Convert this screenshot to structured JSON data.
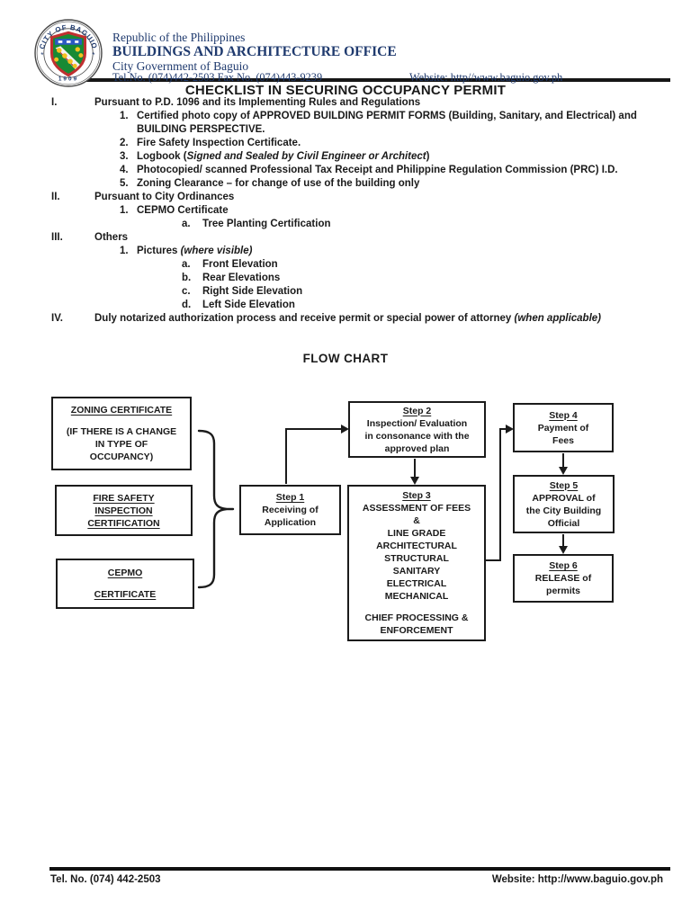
{
  "colors": {
    "hblue": "#1f3a6e",
    "ink": "#1a1a1a",
    "seal_green": "#188a34",
    "seal_red": "#c03030",
    "seal_yellow": "#f4c11e",
    "seal_blue": "#2b59c3"
  },
  "header": {
    "seal": {
      "top_text": "CITY OF BAGUIO",
      "year": "1909"
    },
    "line1": "Republic of the Philippines",
    "line2": "BUILDINGS AND ARCHITECTURE OFFICE",
    "line3": "City Government of Baguio",
    "tel": "Tel.No. (074)442-2503 Fax No. (074)443-9239",
    "website": "Website: http//www.baguio.gov.ph"
  },
  "title": "CHECKLIST IN SECURING OCCUPANCY PERMIT",
  "checklist": {
    "items": [
      {
        "level": 0,
        "marker": "I.",
        "segments": [
          {
            "t": "Pursuant to P.D. 1096 and its Implementing Rules and Regulations"
          }
        ]
      },
      {
        "level": 1,
        "marker": "1.",
        "segments": [
          {
            "t": "Certified photo copy of APPROVED BUILDING PERMIT FORMS (Building, Sanitary, and Electrical) and BUILDING PERSPECTIVE."
          }
        ]
      },
      {
        "level": 1,
        "marker": "2.",
        "segments": [
          {
            "t": "Fire Safety Inspection Certificate."
          }
        ]
      },
      {
        "level": 1,
        "marker": "3.",
        "segments": [
          {
            "t": "Logbook ("
          },
          {
            "t": "Signed and Sealed by Civil Engineer or Architect",
            "i": true
          },
          {
            "t": ")"
          }
        ]
      },
      {
        "level": 1,
        "marker": "4.",
        "segments": [
          {
            "t": "Photocopied/ scanned Professional Tax Receipt and Philippine Regulation Commission (PRC) I.D."
          }
        ]
      },
      {
        "level": 1,
        "marker": "5.",
        "segments": [
          {
            "t": "Zoning Clearance – for change of use of the building only"
          }
        ]
      },
      {
        "level": 0,
        "marker": "II.",
        "segments": [
          {
            "t": "Pursuant to City Ordinances"
          }
        ]
      },
      {
        "level": 1,
        "marker": "1.",
        "segments": [
          {
            "t": "CEPMO Certificate"
          }
        ]
      },
      {
        "level": 2,
        "marker": "a.",
        "segments": [
          {
            "t": "Tree Planting Certification"
          }
        ]
      },
      {
        "level": 0,
        "marker": "III.",
        "segments": [
          {
            "t": "Others"
          }
        ]
      },
      {
        "level": 1,
        "marker": "1.",
        "segments": [
          {
            "t": "Pictures "
          },
          {
            "t": "(where visible)",
            "i": true
          }
        ]
      },
      {
        "level": 2,
        "marker": "a.",
        "segments": [
          {
            "t": "Front Elevation"
          }
        ]
      },
      {
        "level": 2,
        "marker": "b.",
        "segments": [
          {
            "t": "Rear Elevations"
          }
        ]
      },
      {
        "level": 2,
        "marker": "c.",
        "segments": [
          {
            "t": "Right Side Elevation"
          }
        ]
      },
      {
        "level": 2,
        "marker": "d.",
        "segments": [
          {
            "t": "Left Side Elevation"
          }
        ]
      },
      {
        "level": 0,
        "marker": "IV.",
        "segments": [
          {
            "t": "Duly notarized authorization process and receive permit or special power of attorney "
          },
          {
            "t": "(when applicable)",
            "i": true
          }
        ]
      }
    ]
  },
  "flowchart": {
    "title": "FLOW CHART",
    "boxes": {
      "zoning": {
        "lines": [
          {
            "t": "ZONING CERTIFICATE",
            "u": true
          },
          {
            "t": ""
          },
          {
            "t": "(IF THERE IS A CHANGE"
          },
          {
            "t": "IN TYPE OF"
          },
          {
            "t": "OCCUPANCY)"
          }
        ]
      },
      "fire": {
        "lines": [
          {
            "t": "FIRE SAFETY",
            "u": true
          },
          {
            "t": "INSPECTION",
            "u": true
          },
          {
            "t": "CERTIFICATION",
            "u": true
          }
        ]
      },
      "cepmo": {
        "lines": [
          {
            "t": "CEPMO",
            "u": true
          },
          {
            "t": ""
          },
          {
            "t": "CERTIFICATE",
            "u": true
          }
        ]
      },
      "step1": {
        "lines": [
          {
            "t": "Step 1",
            "u": true
          },
          {
            "t": "Receiving of"
          },
          {
            "t": "Application"
          }
        ]
      },
      "step2": {
        "lines": [
          {
            "t": "Step 2",
            "u": true
          },
          {
            "t": "Inspection/ Evaluation"
          },
          {
            "t": "in consonance with the"
          },
          {
            "t": "approved plan"
          }
        ]
      },
      "step3": {
        "lines": [
          {
            "t": "Step 3",
            "u": true
          },
          {
            "t": "ASSESSMENT OF FEES"
          },
          {
            "t": "&"
          },
          {
            "t": "LINE GRADE"
          },
          {
            "t": "ARCHITECTURAL"
          },
          {
            "t": "STRUCTURAL"
          },
          {
            "t": "SANITARY"
          },
          {
            "t": "ELECTRICAL"
          },
          {
            "t": "MECHANICAL"
          },
          {
            "t": ""
          },
          {
            "t": "CHIEF PROCESSING &"
          },
          {
            "t": "ENFORCEMENT"
          }
        ]
      },
      "step4": {
        "lines": [
          {
            "t": "Step 4",
            "u": true
          },
          {
            "t": "Payment of"
          },
          {
            "t": "Fees"
          }
        ]
      },
      "step5": {
        "lines": [
          {
            "t": "Step 5",
            "u": true
          },
          {
            "t": "APPROVAL of"
          },
          {
            "t": "the City Building"
          },
          {
            "t": "Official"
          }
        ]
      },
      "step6": {
        "lines": [
          {
            "t": "Step 6",
            "u": true
          },
          {
            "t": "RELEASE of"
          },
          {
            "t": "permits"
          }
        ]
      }
    }
  },
  "footer": {
    "tel": "Tel. No. (074) 442-2503",
    "website": "Website: http://www.baguio.gov.ph"
  }
}
